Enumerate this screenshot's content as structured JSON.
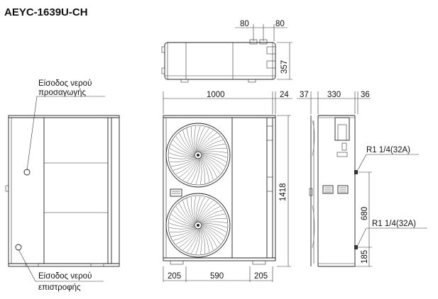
{
  "title": "AEYC-1639U-CH",
  "labels": {
    "supply_inlet_line1": "Είσοδος νερού",
    "supply_inlet_line2": "προσαγωγής",
    "return_inlet_line1": "Είσοδος νερού",
    "return_inlet_line2": "επιστροφής",
    "pipe_upper": "R1 1/4(32A)",
    "pipe_lower": "R1 1/4(32A)"
  },
  "dimensions": {
    "top_left": "80",
    "top_right": "80",
    "top_depth": "357",
    "front_width": "1000",
    "front_side": "24",
    "side_left": "37",
    "side_mid": "330",
    "side_right": "36",
    "height": "1418",
    "bottom_left": "205",
    "bottom_mid": "590",
    "bottom_right": "205",
    "pipe_spacing": "680",
    "pipe_base": "185"
  }
}
